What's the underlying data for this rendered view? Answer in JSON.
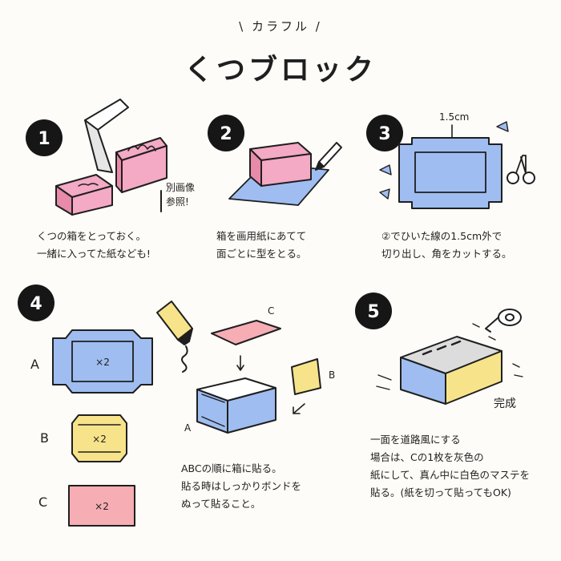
{
  "header": {
    "subtitle": "カラフル",
    "title": "くつブロック"
  },
  "steps": [
    {
      "number": "1",
      "note_lines": [
        "別画像",
        "参照!"
      ],
      "caption_lines": [
        "くつの箱をとっておく。",
        "一緒に入ってた紙なども!"
      ]
    },
    {
      "number": "2",
      "caption_lines": [
        "箱を画用紙にあてて",
        "面ごとに型をとる。"
      ]
    },
    {
      "number": "3",
      "measure": "1.5cm",
      "caption_lines": [
        "②でひいた線の1.5cm外で",
        "切り出し、角をカットする。"
      ]
    },
    {
      "number": "4",
      "labels": {
        "a": "A",
        "b": "B",
        "c": "C"
      },
      "multiplier": "×2",
      "caption_lines": [
        "ABCの順に箱に貼る。",
        "貼る時はしっかりボンドを",
        "ぬって貼ること。"
      ]
    },
    {
      "number": "5",
      "done": "完成",
      "caption_lines": [
        "一面を道路風にする",
        "場合は、Cの1枚を灰色の",
        "紙にして、真ん中に白色のマステを",
        "貼る。(紙を切って貼ってもOK)"
      ]
    }
  ],
  "colors": {
    "pink": "#f4a9c4",
    "pink_dark": "#e88aa9",
    "blue": "#9fbdf0",
    "yellow": "#f7e48a",
    "salmon": "#f6aeb4",
    "gray_box": "#dcdcdc",
    "ink": "#1f1f1f"
  }
}
